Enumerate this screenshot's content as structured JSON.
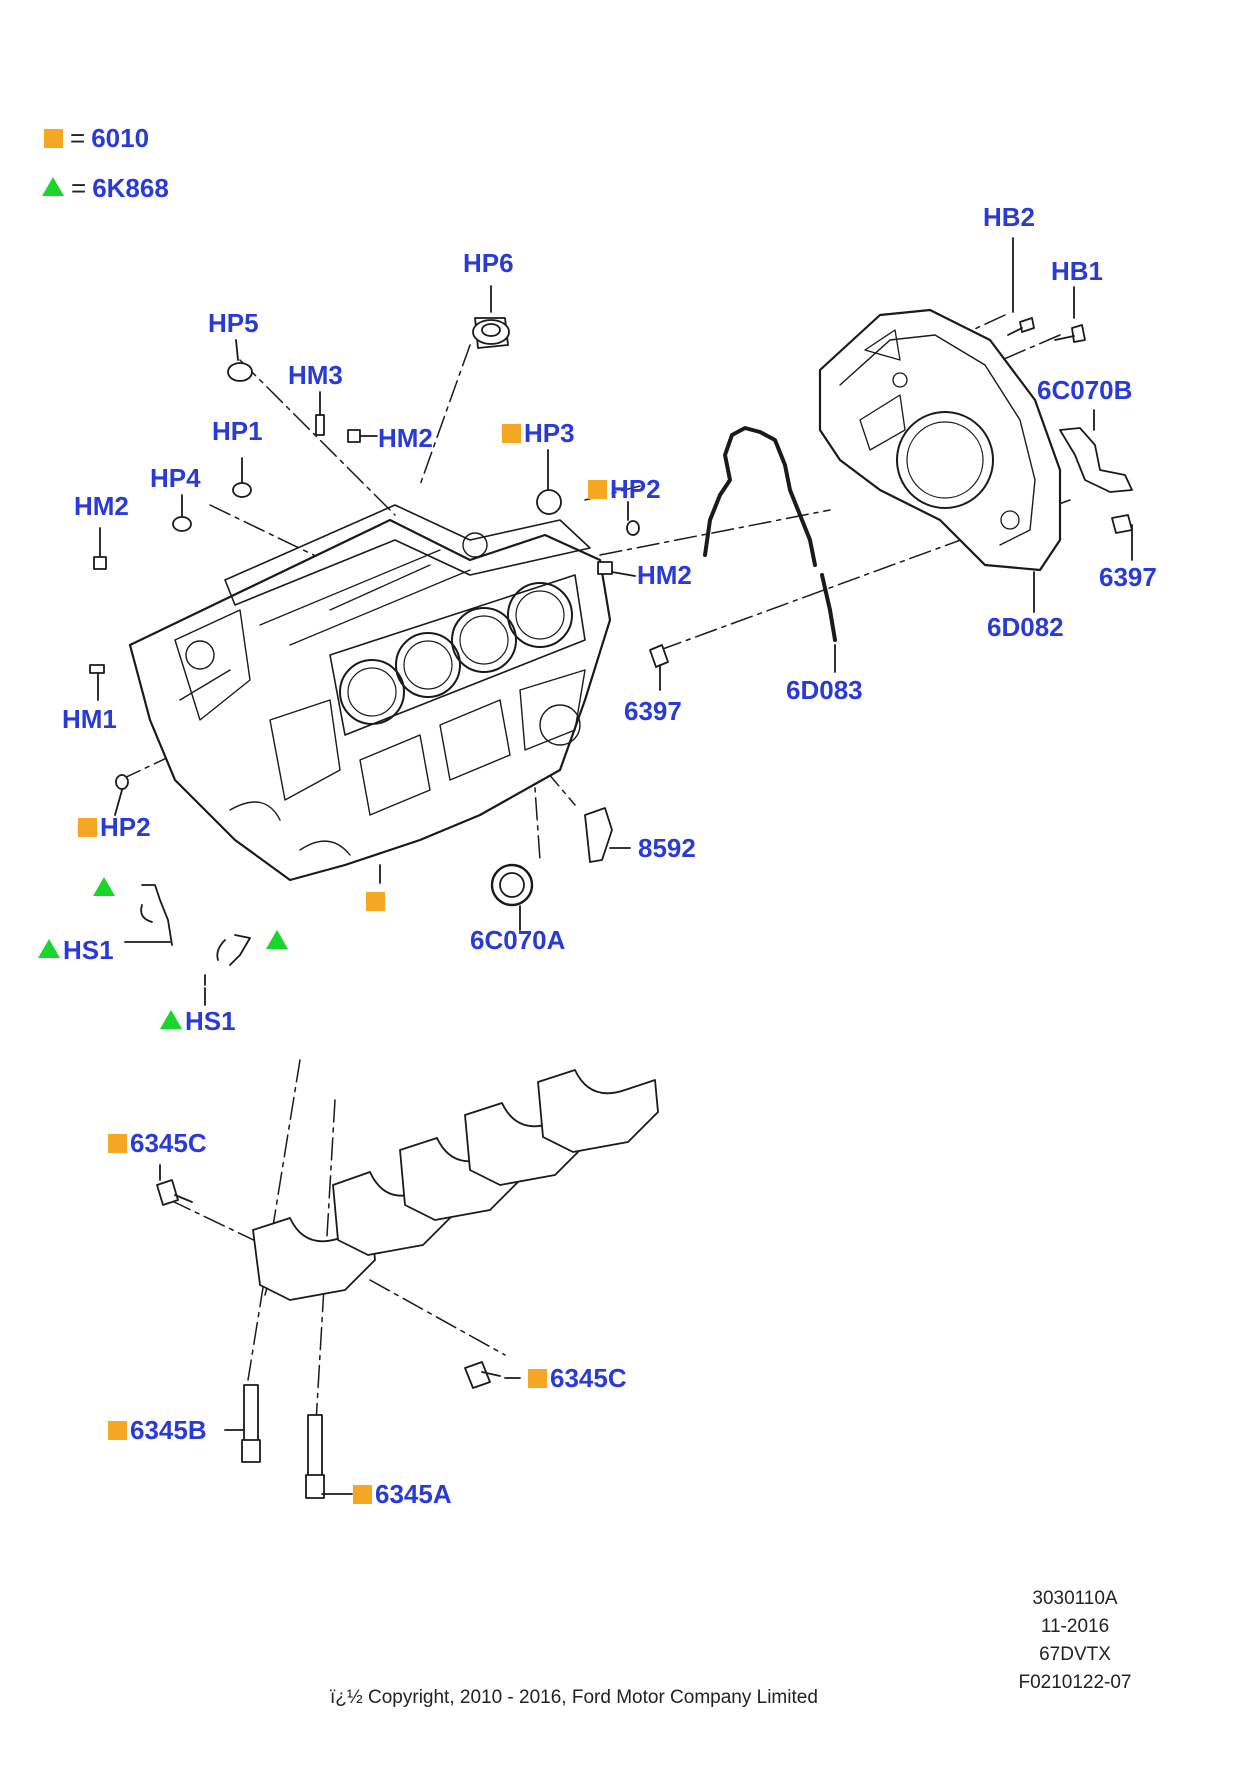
{
  "colors": {
    "label": "#2a3ad6",
    "square": "#f5a623",
    "triangle": "#19d62b",
    "line": "#1a1a1a"
  },
  "legend": {
    "square_code": "6010",
    "triangle_code": "6K868",
    "equals": "="
  },
  "labels": {
    "hb2": "HB2",
    "hb1": "HB1",
    "hp6": "HP6",
    "hp5": "HP5",
    "hm3": "HM3",
    "hp1": "HP1",
    "hm2_top": "HM2",
    "hp3": "HP3",
    "hp4": "HP4",
    "hm2_left": "HM2",
    "hp2_right": "HP2",
    "hm2_right": "HM2",
    "c6c070b": "6C070B",
    "c6397_right": "6397",
    "c6d082": "6D082",
    "c6d083": "6D083",
    "c6397_mid": "6397",
    "hm1": "HM1",
    "hp2_left": "HP2",
    "c8592": "8592",
    "c6c070a": "6C070A",
    "hs1_left": "HS1",
    "hs1_bottom": "HS1",
    "c6345c_top": "6345C",
    "c6345c_right": "6345C",
    "c6345b": "6345B",
    "c6345a": "6345A"
  },
  "footer": {
    "codes": [
      "3030110A",
      "11-2016",
      "67DVTX",
      "F0210122-07"
    ],
    "copyright": "ï¿½ Copyright, 2010 - 2016, Ford Motor Company Limited"
  }
}
